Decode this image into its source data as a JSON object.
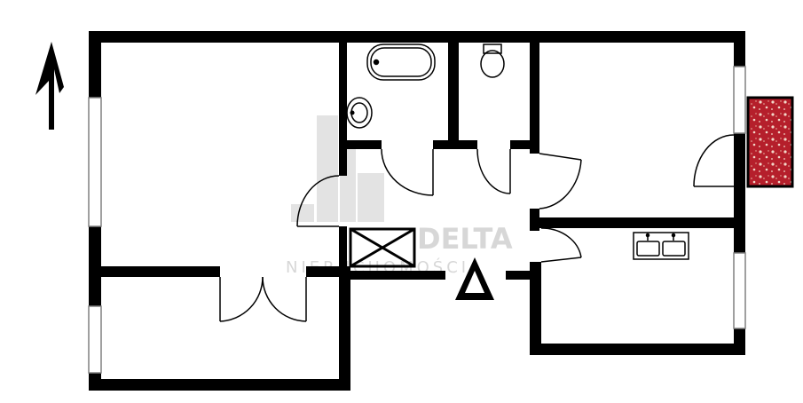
{
  "watermark": {
    "brand": "DELTA",
    "tagline": "NIERUCHOMOŚCI"
  },
  "symbols": {
    "north_arrow": "north-arrow-icon",
    "entrance_marker": "triangle-icon",
    "balcony_pattern": "floral-pattern"
  },
  "colors": {
    "wall": "#000000",
    "window_fill": "#ffffff",
    "window_stroke": "#808080",
    "watermark": "#c8c8c8",
    "balcony": "#b51f2b",
    "balcony_pattern": "#f2d7c8"
  }
}
